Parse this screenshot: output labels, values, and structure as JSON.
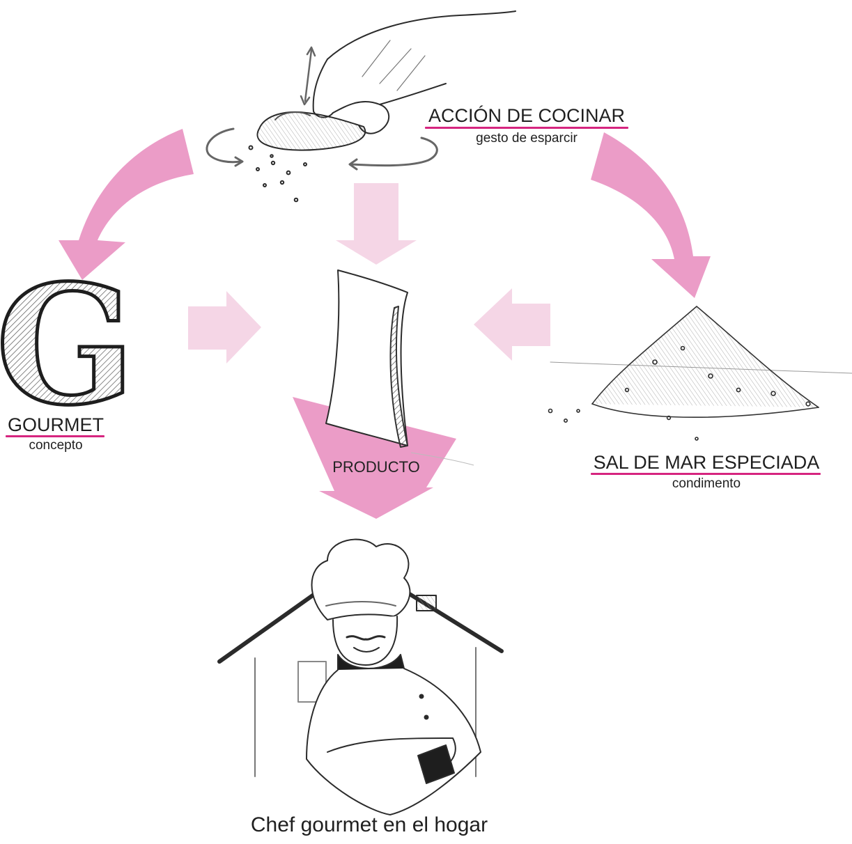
{
  "colors": {
    "arrow_strong": "#eb9cc7",
    "arrow_light": "#f5d6e6",
    "underline": "#d6257f",
    "ink": "#1f1f1f"
  },
  "nodes": {
    "accion": {
      "title": "ACCIÓN DE COCINAR",
      "subtitle": "gesto de esparcir",
      "illustration": "hand-sprinkling-icon"
    },
    "gourmet": {
      "title": "GOURMET",
      "subtitle": "concepto",
      "illustration": "letter-g-icon",
      "glyph": "G"
    },
    "sal": {
      "title": "SAL DE MAR ESPECIADA",
      "subtitle": "condimento",
      "illustration": "salt-pile-icon"
    },
    "producto": {
      "title": "PRODUCTO",
      "illustration": "product-bag-icon"
    },
    "chef": {
      "title": "Chef gourmet en el hogar",
      "illustration": "chef-house-icon"
    }
  }
}
